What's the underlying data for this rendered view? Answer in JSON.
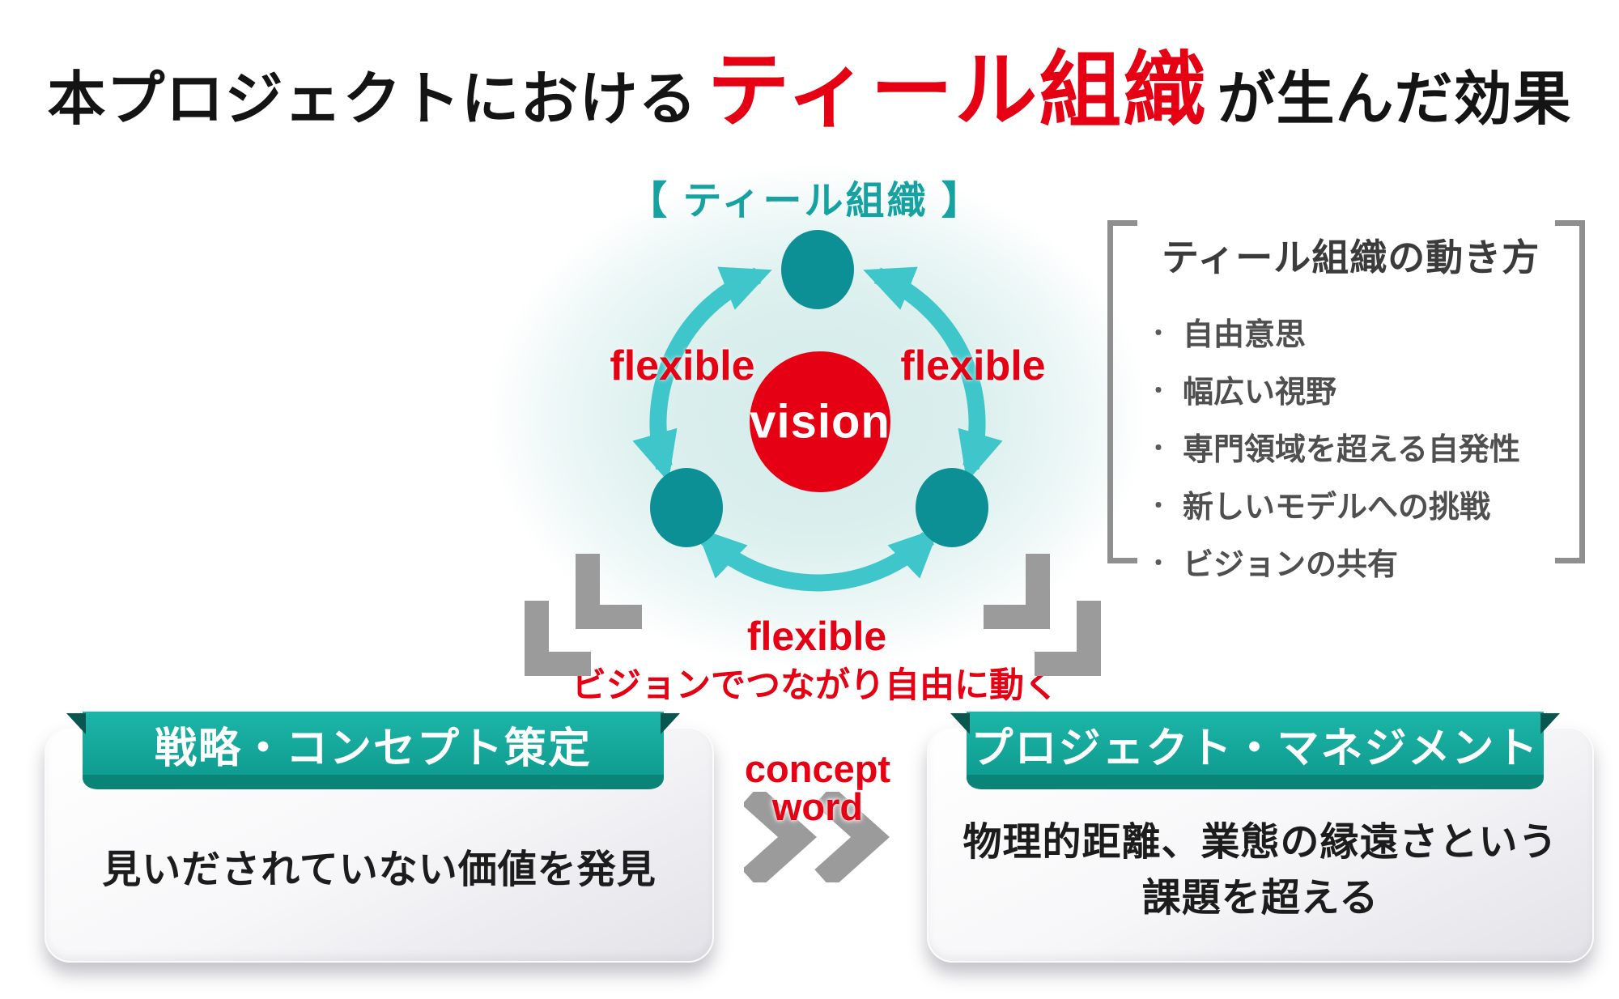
{
  "title": {
    "prefix": "本プロジェクトにおける",
    "highlight": "ティール組織",
    "suffix": "が生んだ効果"
  },
  "diagram": {
    "header": "【 ティール組織 】",
    "center_label": "vision",
    "flexible_left": "flexible",
    "flexible_right": "flexible",
    "flexible_bottom": "flexible",
    "tagline": "ビジョンでつながり自由に動く"
  },
  "info_panel": {
    "title": "ティール組織の動き方",
    "bullet": "・",
    "items": [
      "自由意思",
      "幅広い視野",
      "専門領域を超える自発性",
      "新しいモデルへの挑戦",
      "ビジョンの共有"
    ]
  },
  "boxes": {
    "left": {
      "header": "戦略・コンセプト策定",
      "body": "見いだされていない価値を発見"
    },
    "right": {
      "header": "プロジェクト・マネジメント",
      "body_line1": "物理的距離、業態の縁遠さという",
      "body_line2": "課題を超える"
    }
  },
  "connector": {
    "line1": "concept",
    "line2": "word"
  },
  "colors": {
    "accent_red": "#e60013",
    "node_teal": "#0d8f96",
    "arrow_teal": "#3ec6ca",
    "header_teal_text": "#17a2a2",
    "ribbon_teal": "#13b0a3",
    "ribbon_lip": "#0b8478",
    "ribbon_fold": "#07564f",
    "gray_arrow": "#9b9b9b",
    "bracket_gray": "#8f8f8f",
    "glow": "#d2ebe9"
  }
}
